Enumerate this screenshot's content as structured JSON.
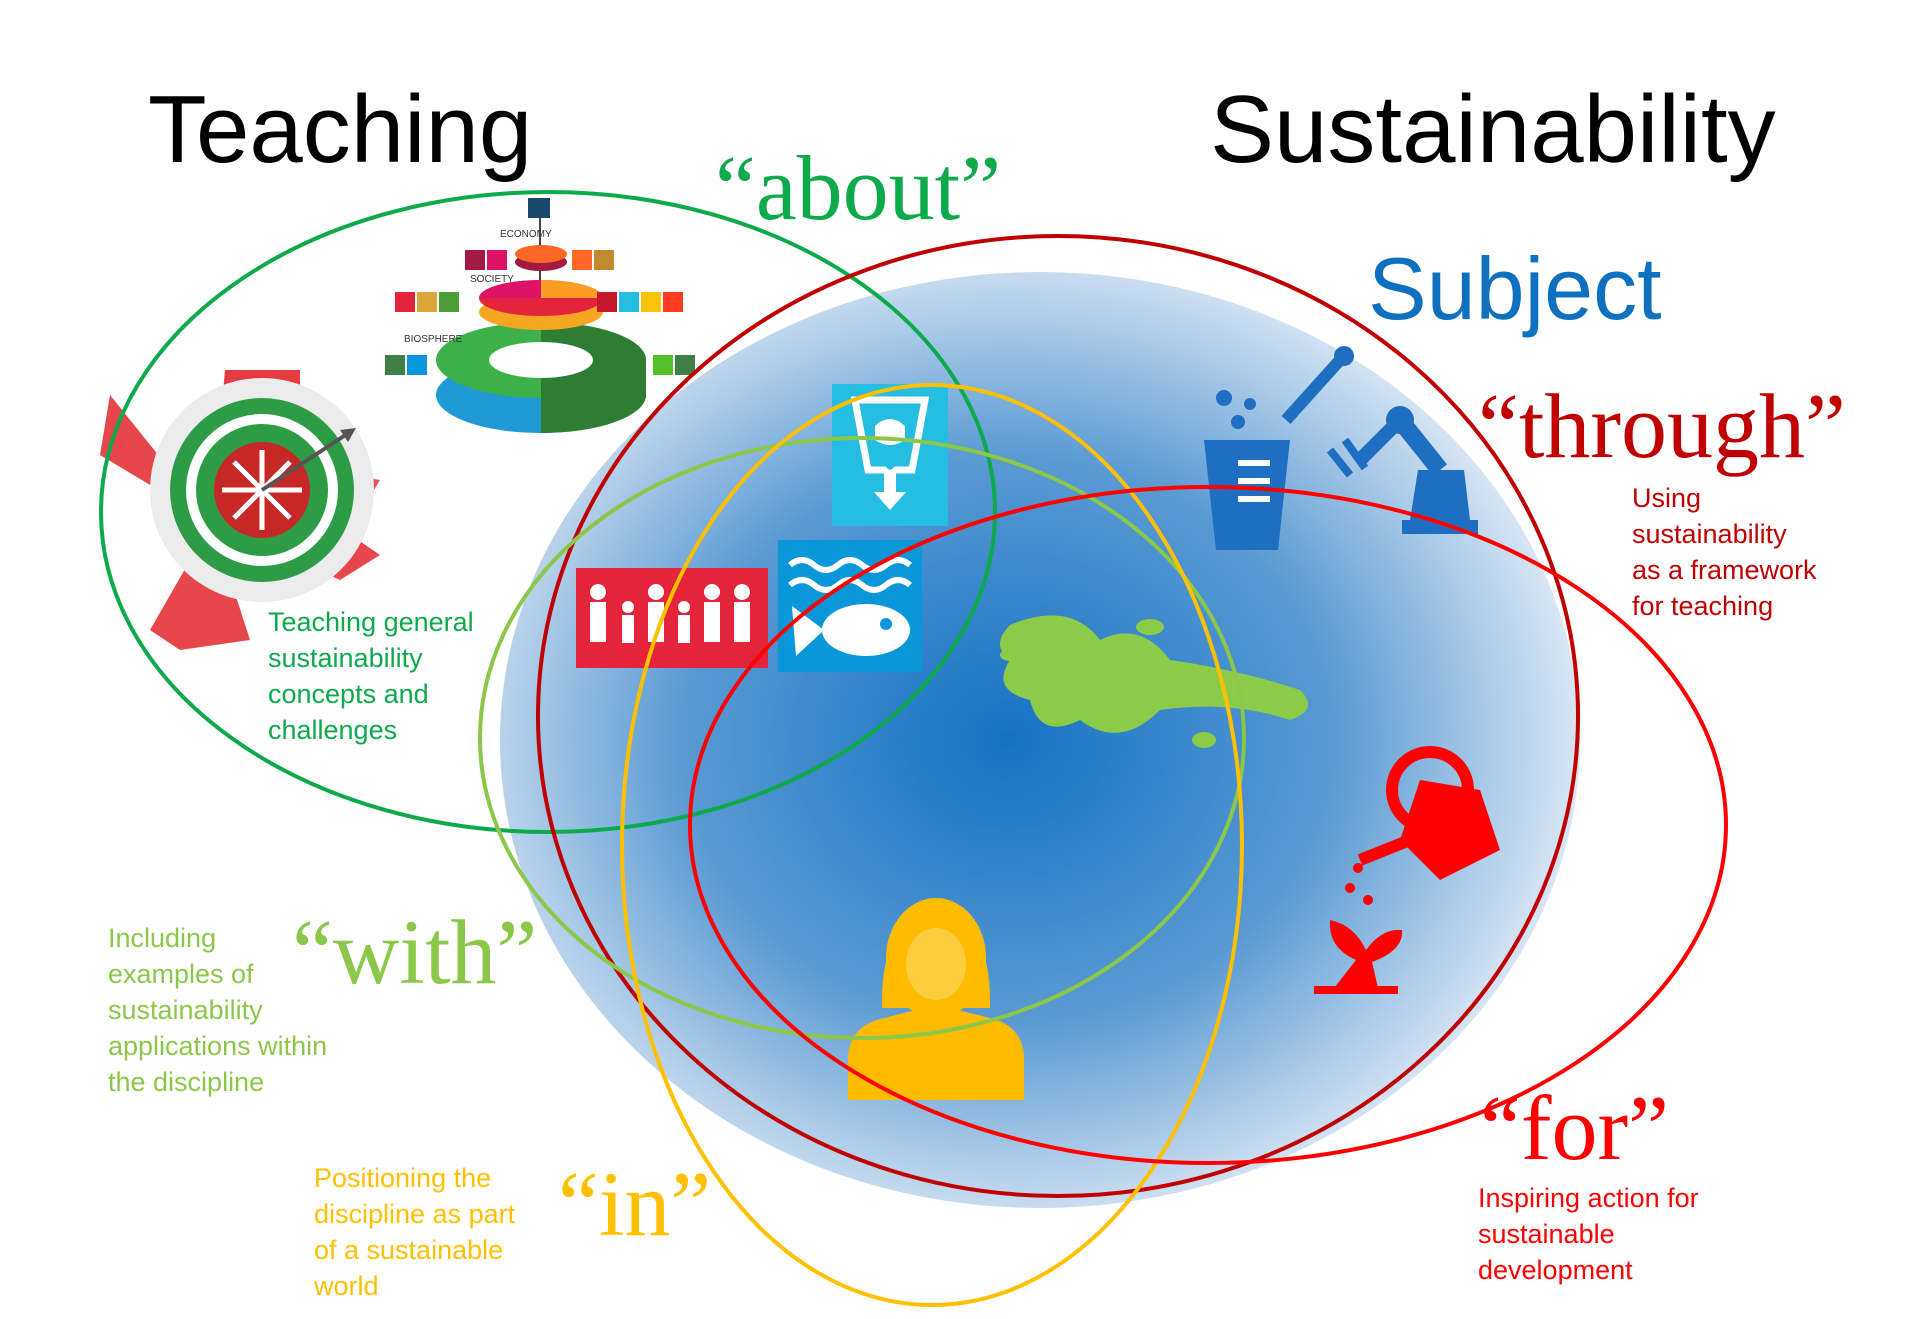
{
  "titles": {
    "teaching": "Teaching",
    "sustainability": "Sustainability",
    "subject": "Subject"
  },
  "modes": {
    "about": {
      "label": "“about”",
      "color": "#0daa4b",
      "description": [
        "Teaching general",
        "sustainability",
        "concepts and",
        "challenges"
      ]
    },
    "through": {
      "label": "“through”",
      "color": "#c00000",
      "description": [
        "Using",
        "sustainability",
        "as a framework",
        "for teaching"
      ]
    },
    "with": {
      "label": "“with”",
      "color": "#8bc84a",
      "description": [
        "Including",
        "examples of",
        "sustainability",
        "applications within",
        "the discipline"
      ]
    },
    "in": {
      "label": "“in”",
      "color": "#ffc000",
      "description": [
        "Positioning the",
        "discipline as part",
        "of a sustainable",
        "world"
      ]
    },
    "for": {
      "label": "“for”",
      "color": "#ff0000",
      "description": [
        "Inspiring action for",
        "sustainable",
        "development"
      ]
    }
  },
  "sdg_wedding_cake": {
    "economy": "ECONOMY",
    "society": "SOCIETY",
    "biosphere": "BIOSPHERE"
  },
  "colors": {
    "subject": "#1070c0",
    "sphere_center": "#1876c6",
    "sphere_edge": "#dfeaf5"
  },
  "icons": [
    "sdg-water-icon",
    "sdg-life-below-water-icon",
    "family-icon",
    "lab-beaker-icon",
    "robot-arm-icon",
    "splash-icon",
    "watering-can-icon",
    "plant-icon",
    "person-icon",
    "doughnut-diagram-icon",
    "sdg-wedding-cake-icon"
  ]
}
